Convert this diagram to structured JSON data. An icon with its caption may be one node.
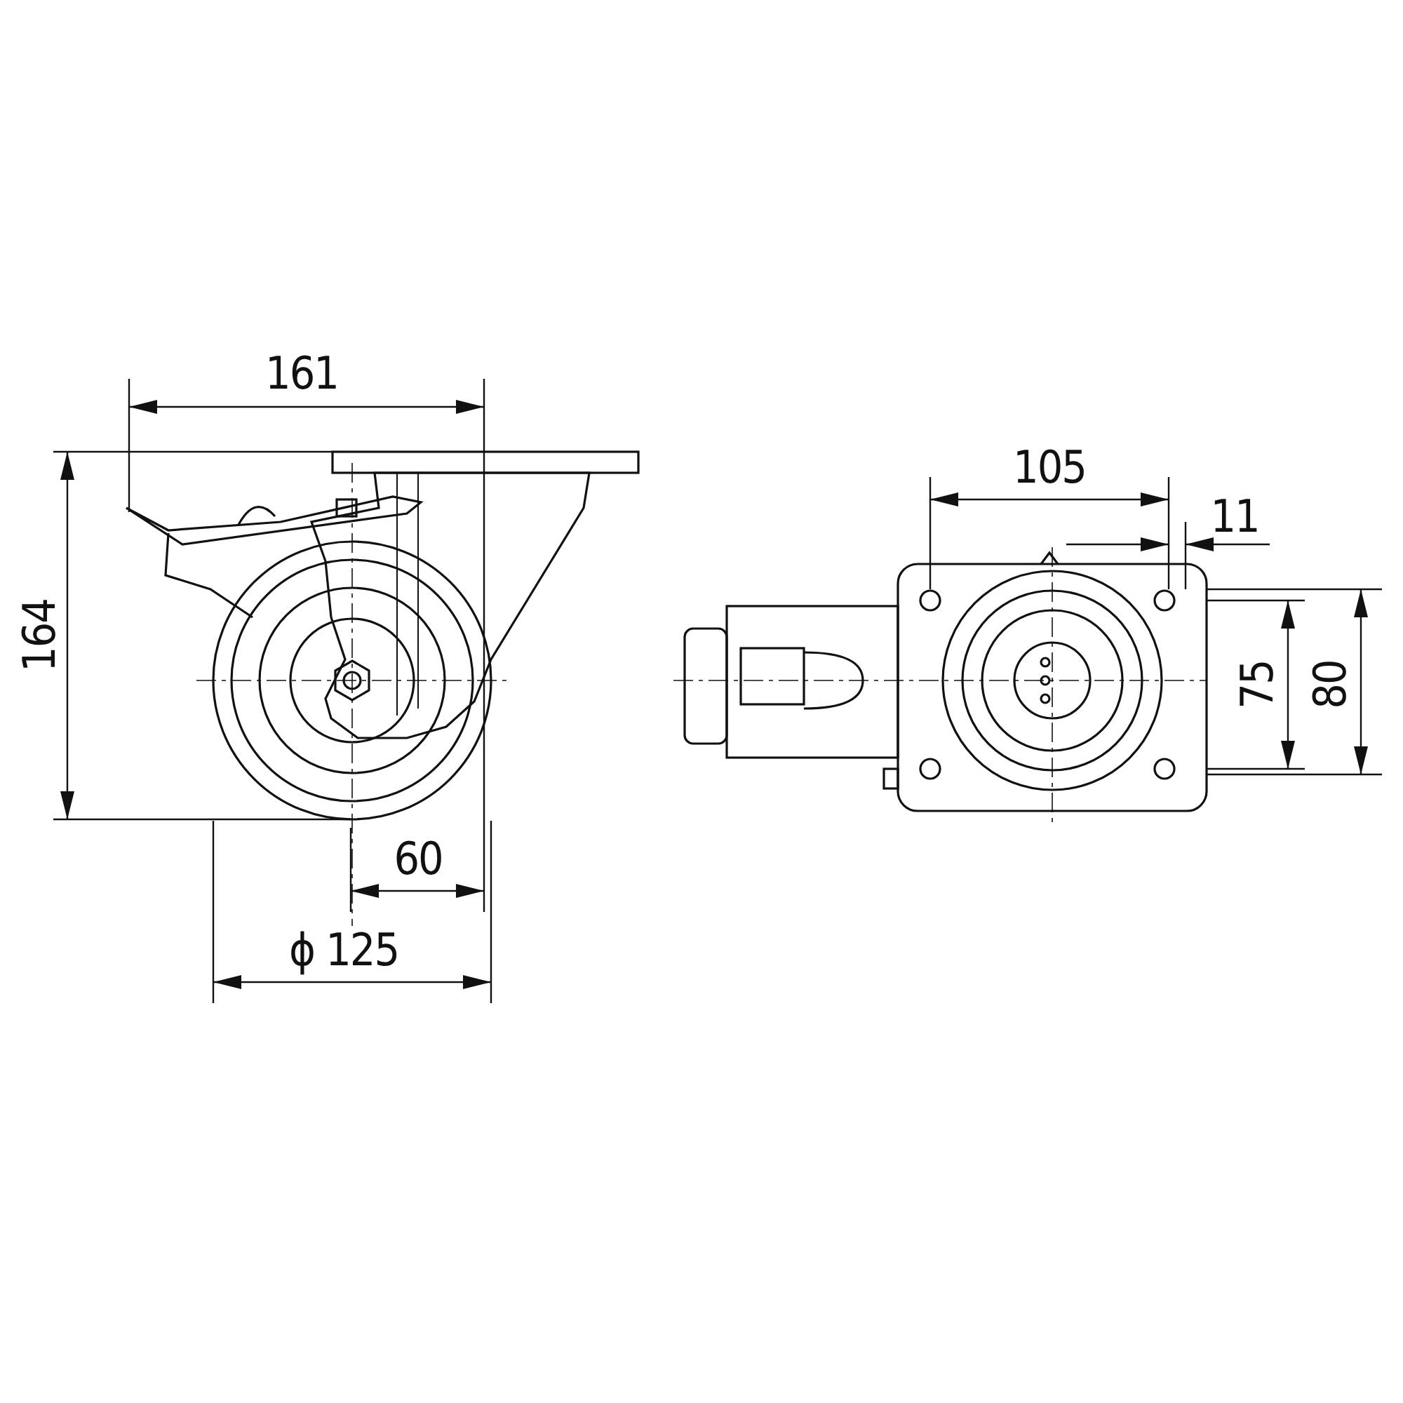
{
  "diagram": {
    "labels": [
      "161",
      "164",
      "60",
      "ϕ 125",
      "105",
      "11",
      "75",
      "80"
    ]
  }
}
